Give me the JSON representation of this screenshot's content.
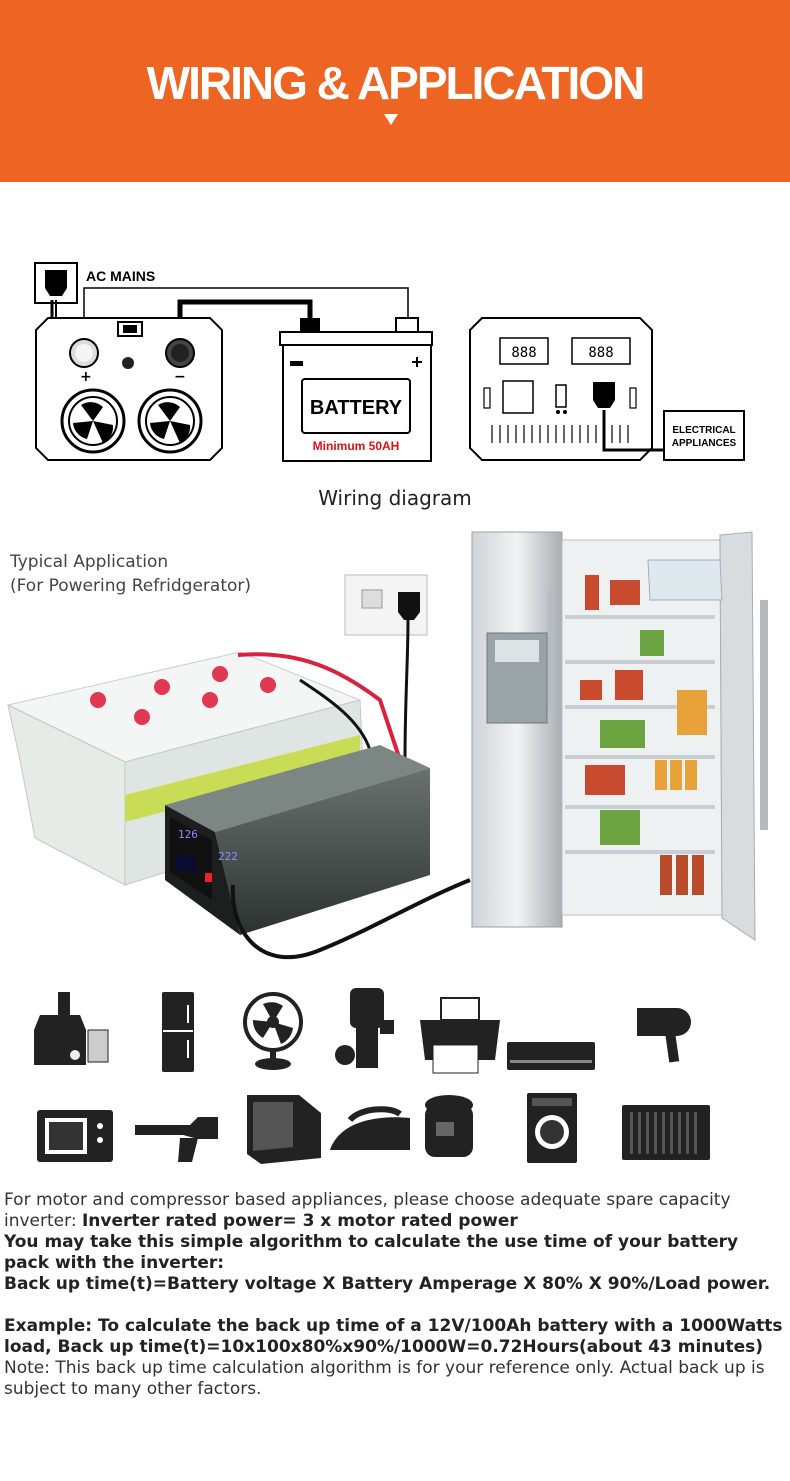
{
  "header": {
    "title": "WIRING & APPLICATION"
  },
  "diagram": {
    "ac_mains": "AC MAINS",
    "plus": "+",
    "minus": "−",
    "battery": "BATTERY",
    "battery_min": "Minimum 50AH",
    "electrical_line1": "ELECTRICAL",
    "electrical_line2": "APPLIANCES",
    "caption": "Wiring diagram"
  },
  "application": {
    "line1": "Typical Application",
    "line2": "(For Powering Refridgerator)",
    "display1": "126",
    "display2": "222"
  },
  "icons": {
    "row1": [
      "juicer-icon",
      "fridge-icon",
      "fan-icon",
      "pump-icon",
      "printer-icon",
      "air-conditioner-indoor-icon",
      "hair-dryer-icon"
    ],
    "row2": [
      "microwave-icon",
      "drill-icon",
      "crt-monitor-icon",
      "iron-icon",
      "rice-cooker-icon",
      "washing-machine-icon",
      "air-conditioner-outdoor-icon"
    ]
  },
  "notes": {
    "p1_normal": "For motor and compressor based appliances, please choose adequate spare capacity inverter: ",
    "p1_bold": "Inverter rated power= 3 x motor rated power",
    "p2": "You may take this simple algorithm to calculate the use time of your battery pack with the inverter:",
    "p3": "Back up time(t)=Battery voltage X Battery Amperage X 80% X 90%/Load power.",
    "p4": "Example: To calculate the back up time of a 12V/100Ah battery with a 1000Watts load, Back up time(t)=10x100x80%x90%/1000W=0.72Hours(about 43 minutes)",
    "p5": "Note: This back up time calculation algorithm is for your reference only. Actual back up is subject to many other factors."
  }
}
